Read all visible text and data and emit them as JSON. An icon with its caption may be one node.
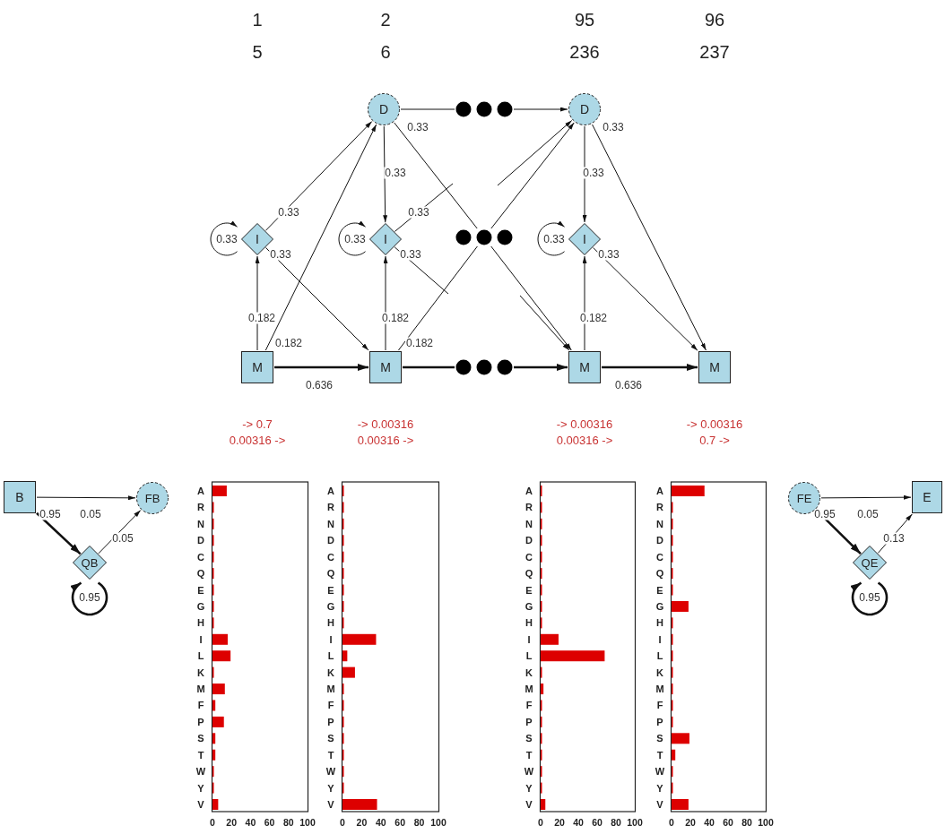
{
  "diagram": {
    "nodes": [
      {
        "text": [
          "D"
        ]
      },
      {
        "text": [],
        "shape": "dots"
      },
      {
        "text": [
          "D"
        ]
      },
      {
        "text": [
          "I"
        ]
      },
      {
        "text": [
          "I"
        ]
      },
      {
        "text": [],
        "shape": "dots"
      },
      {
        "text": [
          "I"
        ]
      },
      {
        "text": [
          "M"
        ]
      },
      {
        "text": [
          "M"
        ]
      },
      {
        "text": [],
        "shape": "dots"
      },
      {
        "text": [
          "M"
        ]
      },
      {
        "text": [
          "M"
        ]
      },
      {
        "text": [
          "B"
        ]
      },
      {
        "text": [
          "FB"
        ]
      },
      {
        "text": [
          "FE"
        ]
      },
      {
        "text": [
          "E"
        ]
      },
      {
        "text": [
          "QB"
        ]
      },
      {
        "text": [
          "QE"
        ]
      }
    ],
    "edges": [
      {
        "from": 7,
        "to": 3,
        "arrow": "to",
        "label": "0.182"
      },
      {
        "from": 7,
        "to": 0,
        "arrow": "to",
        "label": "0.182"
      },
      {
        "from": 7,
        "to": 8,
        "arrow": "to",
        "label": "0.636",
        "style": "thick"
      },
      {
        "from": 3,
        "to": 3,
        "arrow": "to",
        "label": "0.33"
      },
      {
        "from": 3,
        "to": 0,
        "arrow": "to",
        "label": "0.33"
      },
      {
        "from": 3,
        "to": 8,
        "arrow": "to",
        "label": "0.33"
      },
      {
        "from": 0,
        "to": 4,
        "arrow": "to",
        "label": "0.33"
      },
      {
        "from": 0,
        "to": 1,
        "arrow": "none"
      },
      {
        "from": 0,
        "to": 5,
        "arrow": "none",
        "label": "0.33"
      },
      {
        "from": 4,
        "to": 4,
        "arrow": "to",
        "label": "0.33"
      },
      {
        "from": 4,
        "to": null,
        "arrow": "none",
        "label": "0.33"
      },
      {
        "from": 4,
        "to": null,
        "arrow": "none",
        "label": "0.33"
      },
      {
        "from": 8,
        "to": 4,
        "arrow": "to",
        "label": "0.182"
      },
      {
        "from": 8,
        "to": 5,
        "arrow": "none",
        "label": "0.182"
      },
      {
        "from": 8,
        "to": 9,
        "arrow": "none",
        "style": "thick"
      },
      {
        "from": 1,
        "to": 2,
        "arrow": "to"
      },
      {
        "from": null,
        "to": 2,
        "arrow": "to"
      },
      {
        "from": 5,
        "to": 2,
        "arrow": "to"
      },
      {
        "from": 5,
        "to": 10,
        "arrow": "to"
      },
      {
        "from": null,
        "to": 10,
        "arrow": "to"
      },
      {
        "from": 9,
        "to": 10,
        "arrow": "to",
        "style": "thick"
      },
      {
        "from": 2,
        "to": 6,
        "arrow": "to",
        "label": "0.33"
      },
      {
        "from": 2,
        "to": 11,
        "arrow": "to",
        "label": "0.33"
      },
      {
        "from": 6,
        "to": 6,
        "arrow": "to",
        "label": "0.33"
      },
      {
        "from": 6,
        "to": 11,
        "arrow": "to",
        "label": "0.33"
      },
      {
        "from": 10,
        "to": 6,
        "arrow": "to",
        "label": "0.182"
      },
      {
        "from": 10,
        "to": 11,
        "arrow": "to",
        "label": "0.636",
        "style": "thick"
      },
      {
        "from": 12,
        "to": 13,
        "arrow": "to",
        "label": "0.05"
      },
      {
        "from": 12,
        "to": 16,
        "arrow": "to",
        "label": "0.95",
        "style": "thick"
      },
      {
        "from": 16,
        "to": 13,
        "arrow": "to",
        "label": "0.05"
      },
      {
        "from": 16,
        "to": 16,
        "arrow": "to",
        "label": "0.95",
        "style": "thick"
      },
      {
        "from": 14,
        "to": 15,
        "arrow": "to",
        "label": "0.05"
      },
      {
        "from": 14,
        "to": 17,
        "arrow": "to",
        "label": "0.95",
        "style": "thick"
      },
      {
        "from": 17,
        "to": 15,
        "arrow": "to",
        "label": "0.13"
      },
      {
        "from": 17,
        "to": 17,
        "arrow": "to",
        "label": "0.95",
        "style": "thick"
      }
    ],
    "labels": [
      "1",
      "2",
      "95",
      "96",
      "5",
      "6",
      "236",
      "237",
      "-> 0.7",
      "-> 0.00316",
      "-> 0.00316",
      "-> 0.00316",
      "0.00316 ->",
      "0.00316 ->",
      "0.00316 ->",
      "0.7 ->"
    ],
    "chart_data": [
      {
        "type": "bar",
        "orientation": "horizontal",
        "categories": [
          "A",
          "R",
          "N",
          "D",
          "C",
          "Q",
          "E",
          "G",
          "H",
          "I",
          "L",
          "K",
          "M",
          "F",
          "P",
          "S",
          "T",
          "W",
          "Y",
          "V"
        ],
        "xlim": [
          0,
          100
        ],
        "xticks": [
          0,
          20,
          40,
          60,
          80,
          100
        ],
        "series": [
          {
            "color": "#dd0000",
            "values": [
              15,
              1,
              1,
              1,
              1,
              1,
              1,
              1,
              1,
              16,
              19,
              1,
              13,
              3,
              12,
              3,
              3,
              1,
              1,
              6
            ]
          }
        ]
      },
      {
        "type": "bar",
        "orientation": "horizontal",
        "categories": [
          "A",
          "R",
          "N",
          "D",
          "C",
          "Q",
          "E",
          "G",
          "H",
          "I",
          "L",
          "K",
          "M",
          "F",
          "P",
          "S",
          "T",
          "W",
          "Y",
          "V"
        ],
        "xlim": [
          0,
          100
        ],
        "xticks": [
          0,
          20,
          40,
          60,
          80,
          100
        ],
        "series": [
          {
            "color": "#dd0000",
            "values": [
              1,
              1,
              1,
              1,
              1,
              1,
              1,
              1,
              1,
              35,
              5,
              13,
              1,
              1,
              1,
              1,
              1,
              1,
              1,
              36
            ]
          }
        ]
      },
      {
        "type": "bar",
        "orientation": "horizontal",
        "categories": [
          "A",
          "R",
          "N",
          "D",
          "C",
          "Q",
          "E",
          "G",
          "H",
          "I",
          "L",
          "K",
          "M",
          "F",
          "P",
          "S",
          "T",
          "W",
          "Y",
          "V"
        ],
        "xlim": [
          0,
          100
        ],
        "xticks": [
          0,
          20,
          40,
          60,
          80,
          100
        ],
        "series": [
          {
            "color": "#dd0000",
            "values": [
              1,
              1,
              1,
              1,
              1,
              1,
              1,
              1,
              1,
              19,
              68,
              1,
              3,
              1,
              1,
              1,
              1,
              1,
              1,
              5
            ]
          }
        ]
      },
      {
        "type": "bar",
        "orientation": "horizontal",
        "categories": [
          "A",
          "R",
          "N",
          "D",
          "C",
          "Q",
          "E",
          "G",
          "H",
          "I",
          "L",
          "K",
          "M",
          "F",
          "P",
          "S",
          "T",
          "W",
          "Y",
          "V"
        ],
        "xlim": [
          0,
          100
        ],
        "xticks": [
          0,
          20,
          40,
          60,
          80,
          100
        ],
        "series": [
          {
            "color": "#dd0000",
            "values": [
              35,
              1,
              1,
              1,
              1,
              1,
              1,
              18,
              1,
              1,
              1,
              1,
              1,
              1,
              1,
              19,
              4,
              1,
              1,
              18
            ]
          }
        ]
      }
    ]
  }
}
